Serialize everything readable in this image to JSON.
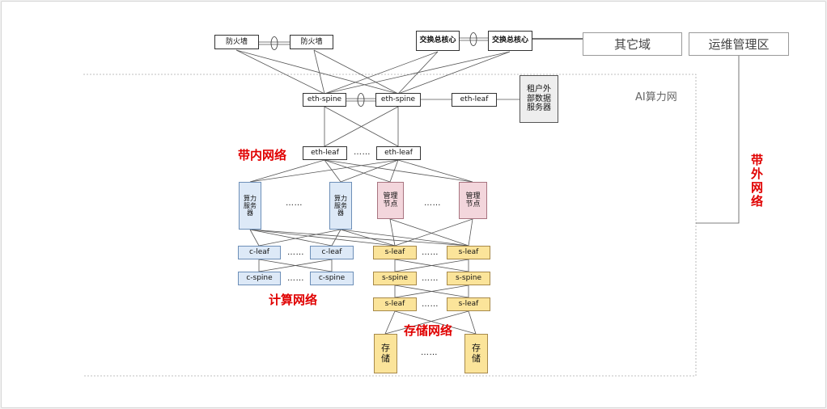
{
  "external": {
    "firewall_left": "防火墙",
    "firewall_right": "防火墙",
    "core_left": "交换总核心",
    "core_right": "交换总核心",
    "other_zone": "其它域",
    "ops_zone": "运维管理区"
  },
  "ai_net": {
    "title": "AI算力网",
    "eth_spine_left": "eth-spine",
    "eth_spine_right": "eth-spine",
    "eth_leaf_ext": "eth-leaf",
    "tenant_service": "租户外部数据服务器",
    "eth_leaf_left": "eth-leaf",
    "eth_leaf_right": "eth-leaf",
    "compute_server_1": "算力服务器",
    "compute_server_2": "算力服务器",
    "mgmt_node_1": "管理节点",
    "mgmt_node_2": "管理节点",
    "c_leaf_1": "c-leaf",
    "c_leaf_2": "c-leaf",
    "c_spine_1": "c-spine",
    "c_spine_2": "c-spine",
    "s_leaf_top_1": "s-leaf",
    "s_leaf_top_2": "s-leaf",
    "s_spine_1": "s-spine",
    "s_spine_2": "s-spine",
    "s_leaf_bot_1": "s-leaf",
    "s_leaf_bot_2": "s-leaf",
    "storage_1": "存储",
    "storage_2": "存储",
    "ellipsis": "……"
  },
  "labels": {
    "inband": "带内网络",
    "compute": "计算网络",
    "storage": "存储网络",
    "outband": "带外网络"
  },
  "colors": {
    "label_red": "#e00000",
    "compute_blue": "#dde9f7",
    "mgmt_pink": "#f3d6dc",
    "storage_yellow": "#fbe49a"
  }
}
